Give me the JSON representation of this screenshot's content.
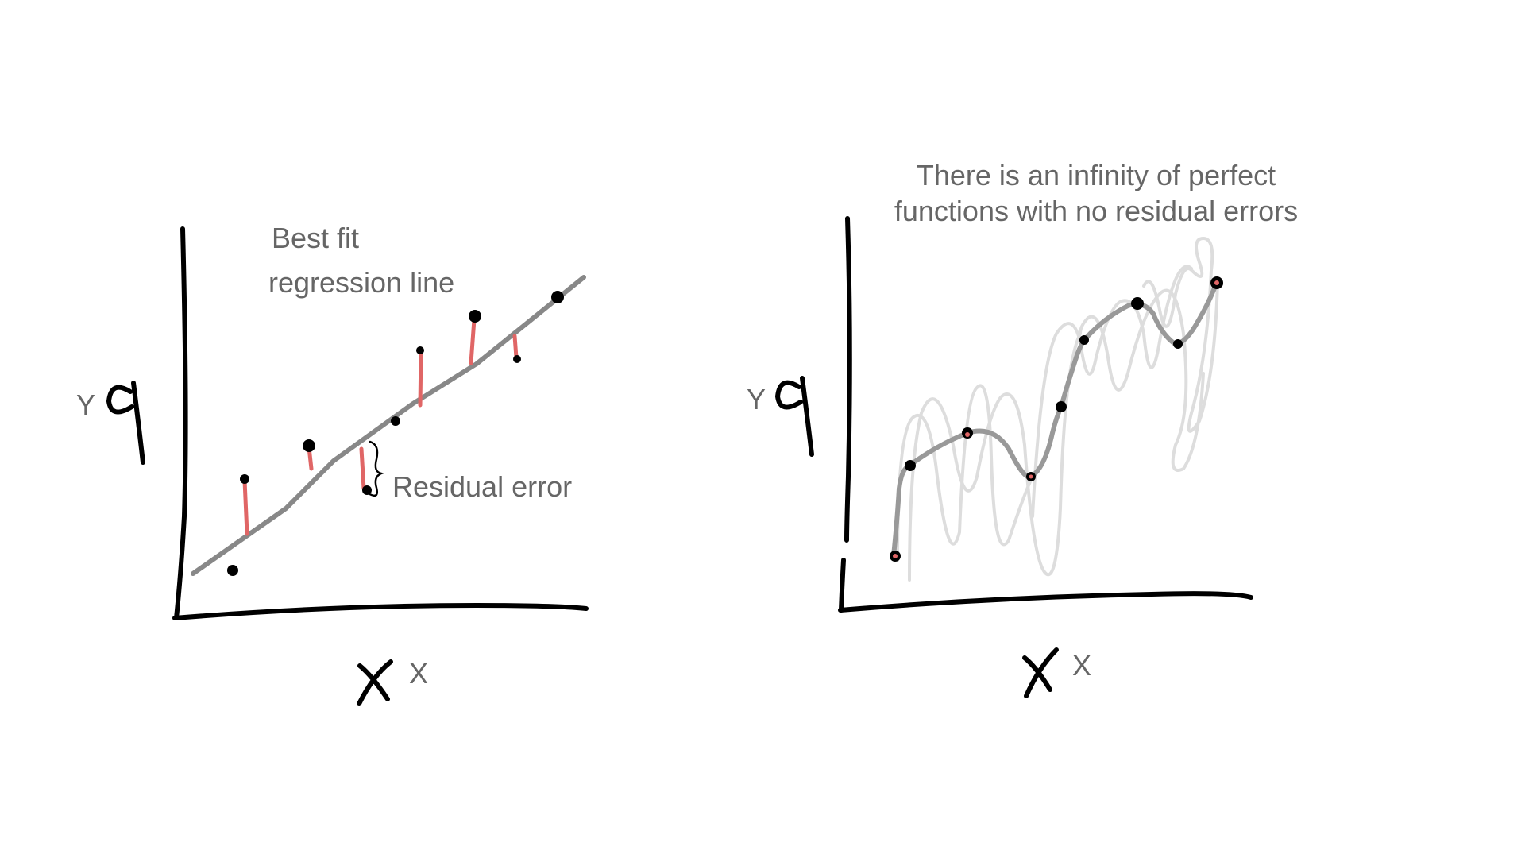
{
  "left_panel": {
    "x_axis_label": "X",
    "y_axis_label": "Y",
    "annotation_best_fit_line1": "Best fit",
    "annotation_best_fit_line2": "regression line",
    "annotation_residual": "Residual error"
  },
  "right_panel": {
    "x_axis_label": "X",
    "y_axis_label": "Y",
    "caption_line1": "There is an infinity of perfect",
    "caption_line2": "functions with no residual errors"
  },
  "colors": {
    "axis": "#000000",
    "points": "#000000",
    "fit_line": "#888888",
    "residual": "#e06666",
    "text": "#666666",
    "alternative_curves": "#dddddd"
  }
}
